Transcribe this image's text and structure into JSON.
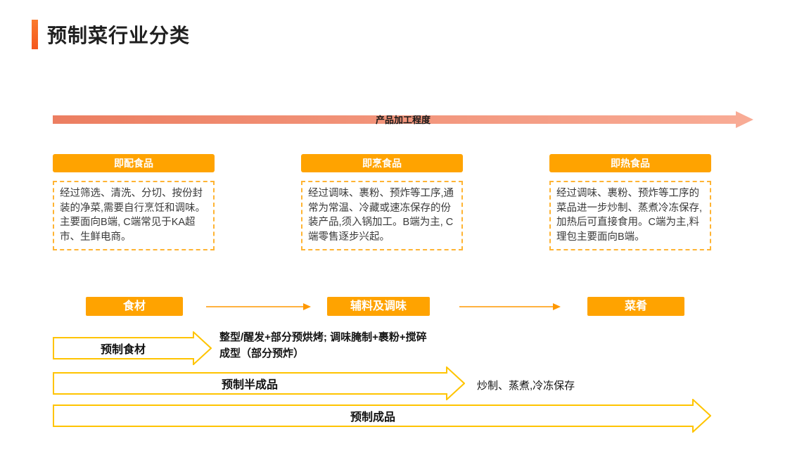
{
  "title": "预制菜行业分类",
  "axis": {
    "label": "产品加工程度"
  },
  "categories": [
    {
      "header": "即配食品",
      "desc": "经过筛选、清洗、分切、按份封装的净菜,需要自行烹饪和调味。主要面向B端, C端常见于KA超市、生鲜电商。"
    },
    {
      "header": "即烹食品",
      "desc": "经过调味、裹粉、预炸等工序,通常为常温、冷藏或速冻保存的份装产品,须入锅加工。B端为主, C端零售逐步兴起。"
    },
    {
      "header": "即热食品",
      "desc": "经过调味、裹粉、预炸等工序的菜品进一步炒制、蒸煮冷冻保存,加热后可直接食用。C端为主,料理包主要面向B端。"
    }
  ],
  "flow": {
    "nodes": [
      {
        "label": "食材"
      },
      {
        "label": "辅料及调味"
      },
      {
        "label": "菜肴"
      }
    ]
  },
  "stages": [
    {
      "label": "预制食材",
      "note": "整型/醒发+部分预烘烤; 调味腌制+裹粉+搅碎成型（部分预炸）"
    },
    {
      "label": "预制半成品",
      "note": "炒制、蒸煮,冷冻保存"
    },
    {
      "label": "预制成品",
      "note": ""
    }
  ],
  "colors": {
    "accent_orange": "#F4571E",
    "box_orange": "#FFA300",
    "dashed_border": "#FFB433",
    "axis_salmon": "#F08A6E",
    "stage_outline": "#FFC400",
    "connector_orange": "#FF9800"
  }
}
